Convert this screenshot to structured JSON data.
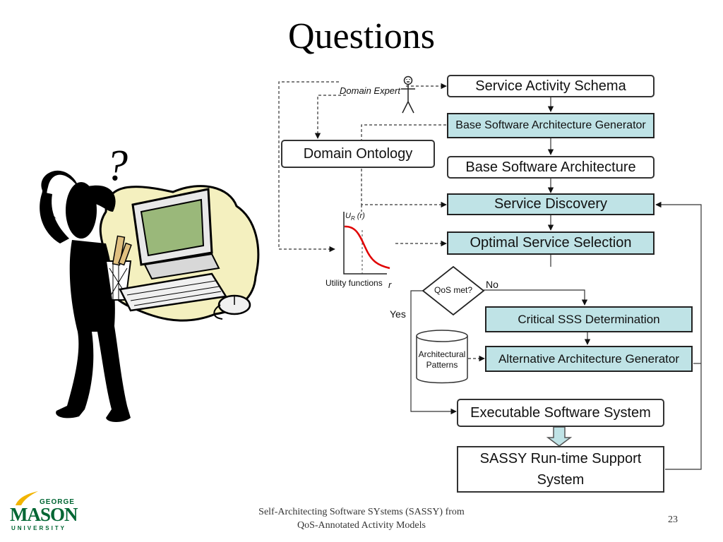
{
  "slide": {
    "title": "Questions",
    "page_number": "23",
    "footer_line1": "Self-Architecting Software SYstems (SASSY) from",
    "footer_line2": "QoS-Annotated Activity Models"
  },
  "logo": {
    "top": "GEORGE",
    "middle": "MASON",
    "bottom": "UNIVERSITY"
  },
  "diagram": {
    "domain_expert": "Domain Expert",
    "service_activity_schema": "Service Activity Schema",
    "base_arch_generator": "Base Software Architecture Generator",
    "domain_ontology": "Domain Ontology",
    "base_arch": "Base Software Architecture",
    "service_discovery": "Service Discovery",
    "optimal_selection": "Optimal Service Selection",
    "utility_ylabel": "U",
    "utility_ysub": "R",
    "utility_yarg": "(r)",
    "utility_xlabel": "r",
    "utility_caption": "Utility functions",
    "qos_met": "QoS met?",
    "no": "No",
    "yes": "Yes",
    "critical_sss": "Critical SSS Determination",
    "arch_patterns_line1": "Architectural",
    "arch_patterns_line2": "Patterns",
    "alt_arch_generator": "Alternative Architecture Generator",
    "executable_system": "Executable Software System",
    "runtime_line1": "SASSY Run-time Support",
    "runtime_line2": "System"
  },
  "colors": {
    "box_fill": "#bfe3e6",
    "utility_curve": "#e00000",
    "logo_green": "#006633",
    "logo_gold": "#f2b400",
    "clipart_blob": "#f4f0bf"
  }
}
